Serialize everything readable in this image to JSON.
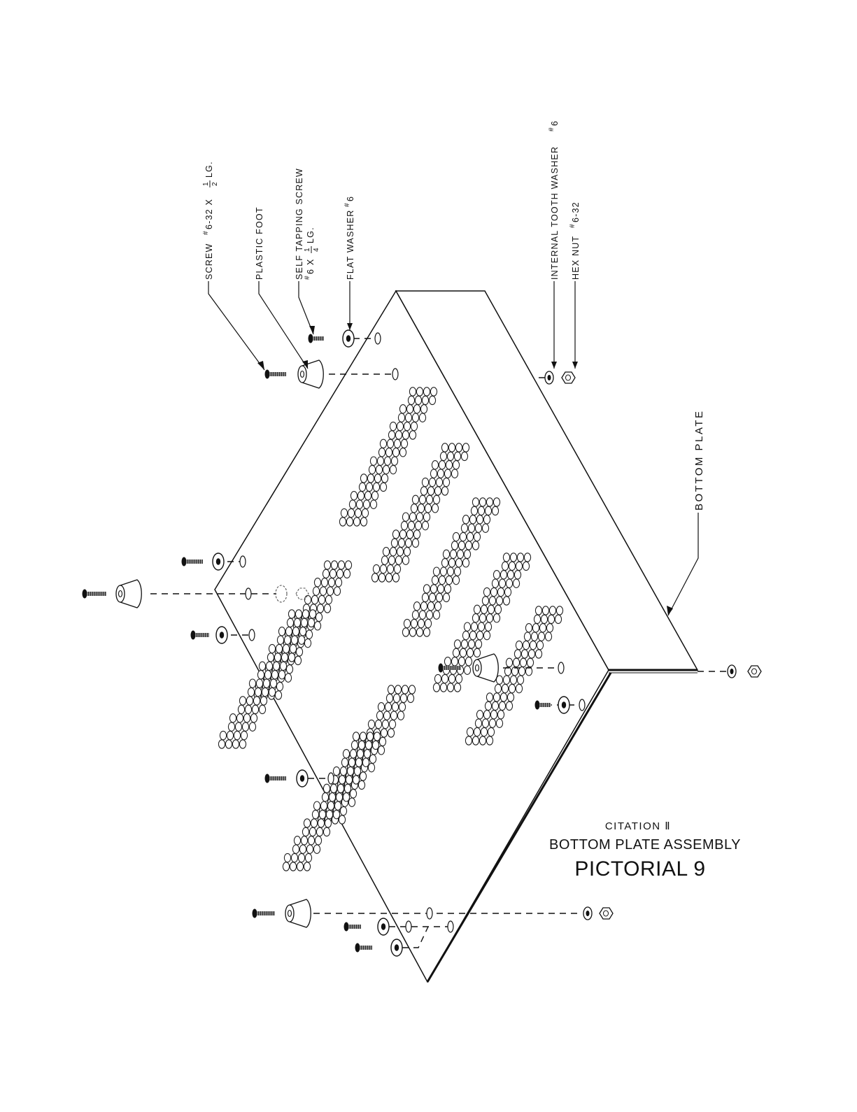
{
  "labels": {
    "screw": "SCREW",
    "screw_size": "6-32 X",
    "screw_frac_num": "1",
    "screw_frac_den": "2",
    "screw_len": "LG.",
    "plastic_foot": "PLASTIC FOOT",
    "self_tapping": "SELF TAPPING SCREW",
    "self_tapping_size": "6 X",
    "self_tapping_frac_num": "1",
    "self_tapping_frac_den": "4",
    "self_tapping_len": "LG.",
    "flat_washer": "FLAT WASHER",
    "flat_washer_size": "6",
    "internal_tooth": "INTERNAL TOOTH WASHER",
    "internal_tooth_size": "6",
    "hex_nut": "HEX NUT",
    "hex_nut_size": "6-32",
    "bottom_plate": "BOTTOM PLATE",
    "number_sign": "#"
  },
  "title": {
    "line1": "CITATION Ⅱ",
    "line2": "BOTTOM PLATE ASSEMBLY",
    "line3": "PICTORIAL 9"
  },
  "colors": {
    "ink": "#111111",
    "paper": "#ffffff"
  }
}
